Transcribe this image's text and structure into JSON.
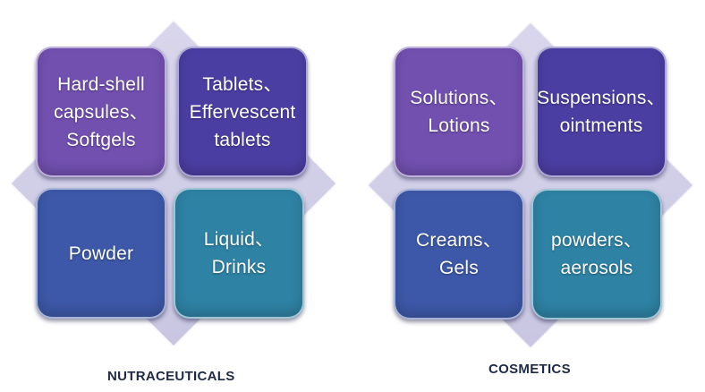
{
  "diagrams": [
    {
      "title": "NUTRACEUTICALS",
      "tiles": [
        {
          "text": "Hard-shell\ncapsules、\nSoftgels",
          "color": "#7250b0"
        },
        {
          "text": "Tablets、\nEffervescent\ntablets",
          "color": "#4b3ea3"
        },
        {
          "text": "Powder",
          "color": "#3d58a8"
        },
        {
          "text": "Liquid、\nDrinks",
          "color": "#2e82a4"
        }
      ]
    },
    {
      "title": "COSMETICS",
      "tiles": [
        {
          "text": "Solutions、\nLotions",
          "color": "#7250b0"
        },
        {
          "text": "Suspensions、\nointments",
          "color": "#4b3ea3"
        },
        {
          "text": "Creams、\nGels",
          "color": "#3d58a8"
        },
        {
          "text": "powders、\naerosols",
          "color": "#2e82a4"
        }
      ]
    }
  ]
}
